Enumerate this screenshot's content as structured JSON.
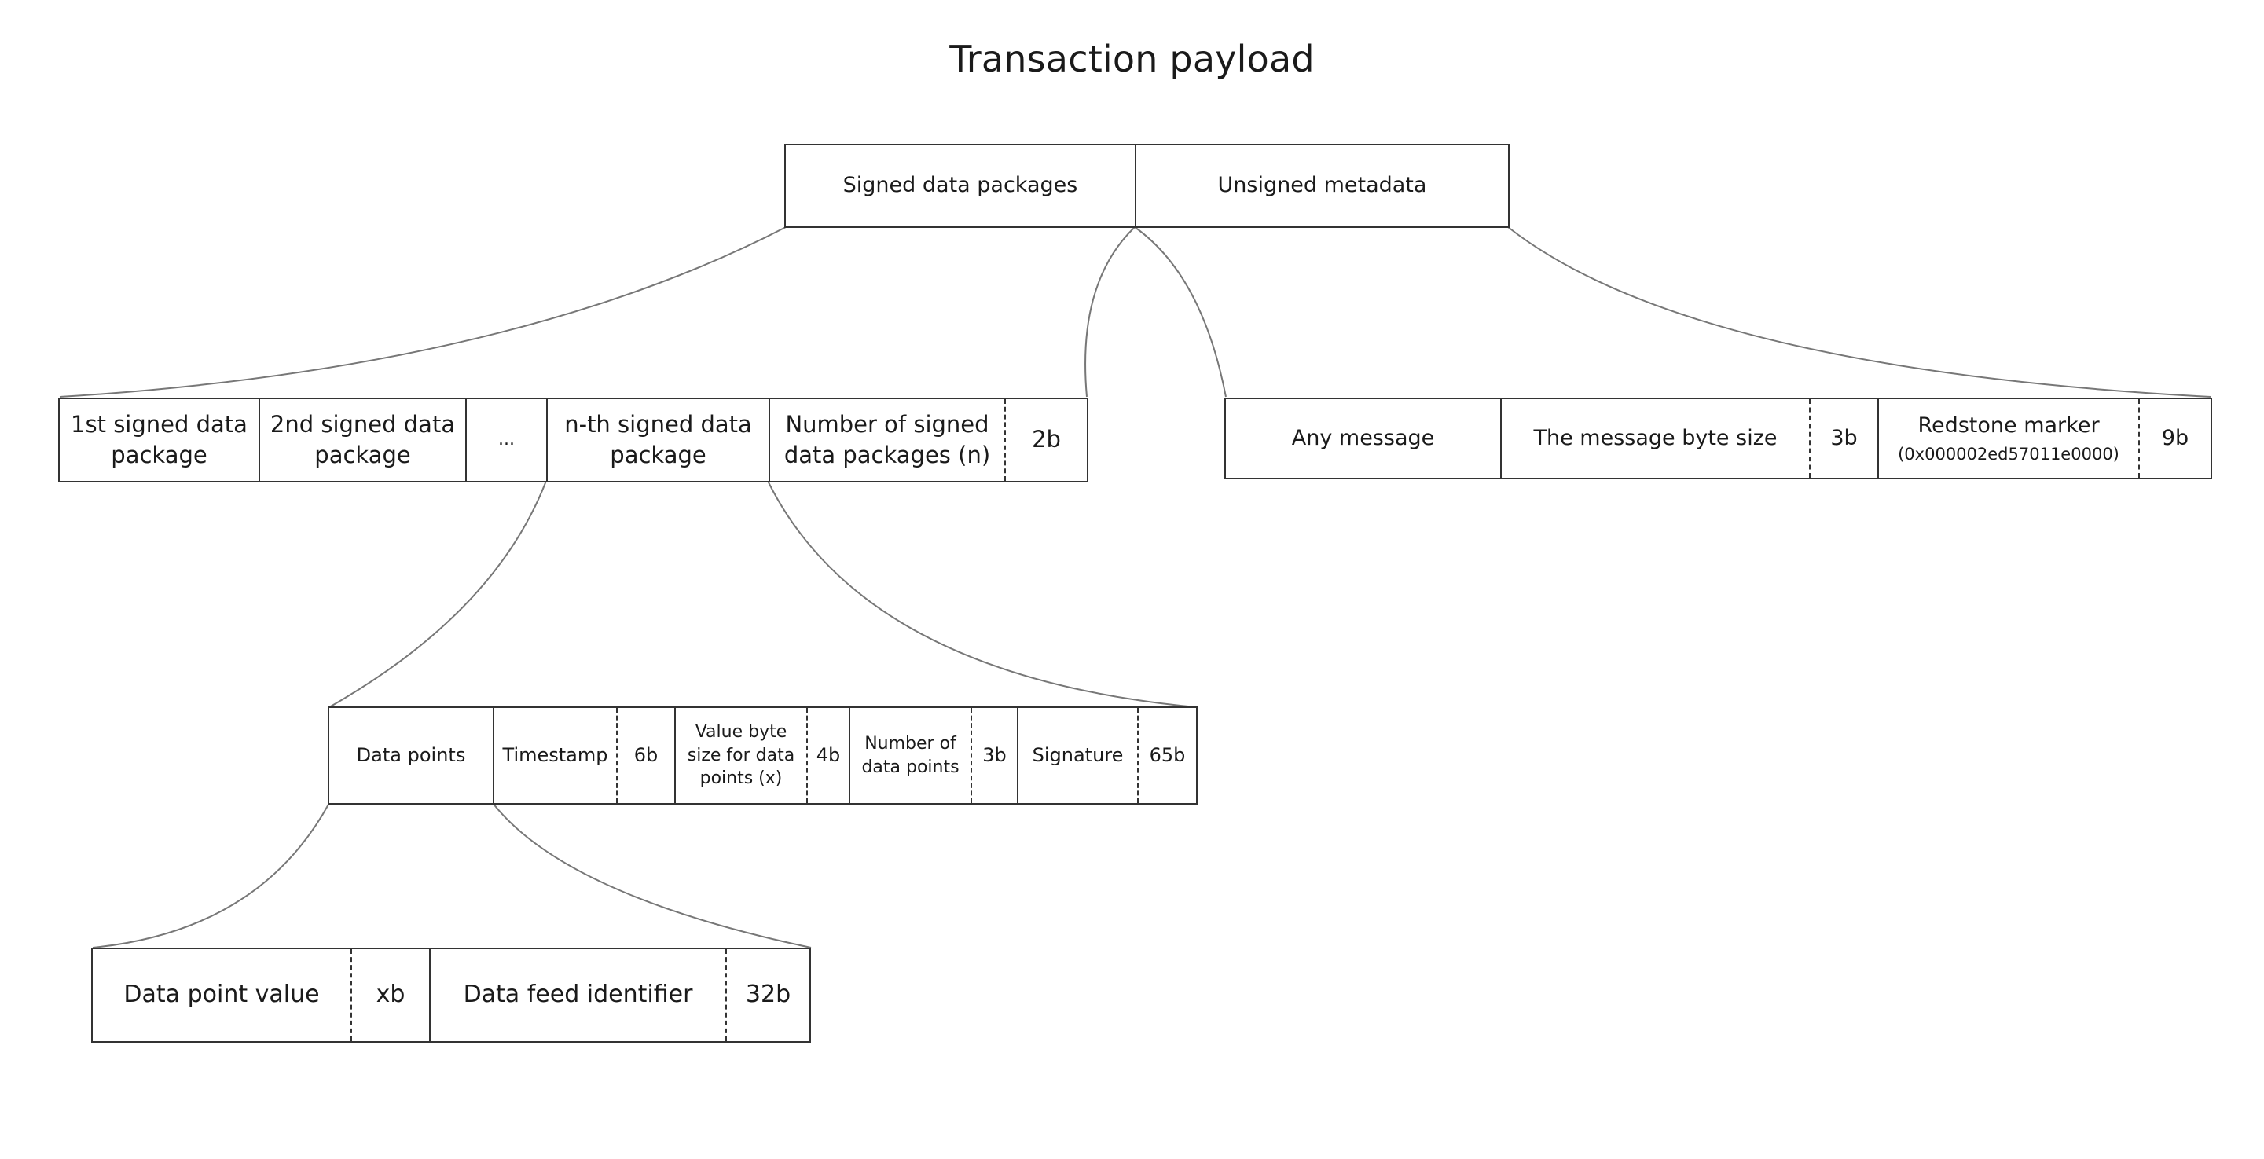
{
  "title": "Transaction payload",
  "top": {
    "signed": "Signed data packages",
    "unsigned": "Unsigned metadata"
  },
  "packages": {
    "first": "1st signed data package",
    "second": "2nd signed data package",
    "ellipsis": "...",
    "nth": "n-th signed data package",
    "count": "Number of signed data packages (n)",
    "count_size": "2b"
  },
  "metadata": {
    "message": "Any message",
    "message_size": "The message byte size",
    "message_size_bytes": "3b",
    "marker": "Redstone marker",
    "marker_value": "(0x000002ed57011e0000)",
    "marker_bytes": "9b"
  },
  "package": {
    "data_points": "Data points",
    "timestamp": "Timestamp",
    "timestamp_size": "6b",
    "value_byte_size": "Value byte size for data points (x)",
    "value_byte_size_bytes": "4b",
    "num_points": "Number of data points",
    "num_points_size": "3b",
    "signature": "Signature",
    "signature_size": "65b"
  },
  "data_point": {
    "value": "Data point value",
    "value_size": "xb",
    "feed_id": "Data feed identifier",
    "feed_id_size": "32b"
  }
}
